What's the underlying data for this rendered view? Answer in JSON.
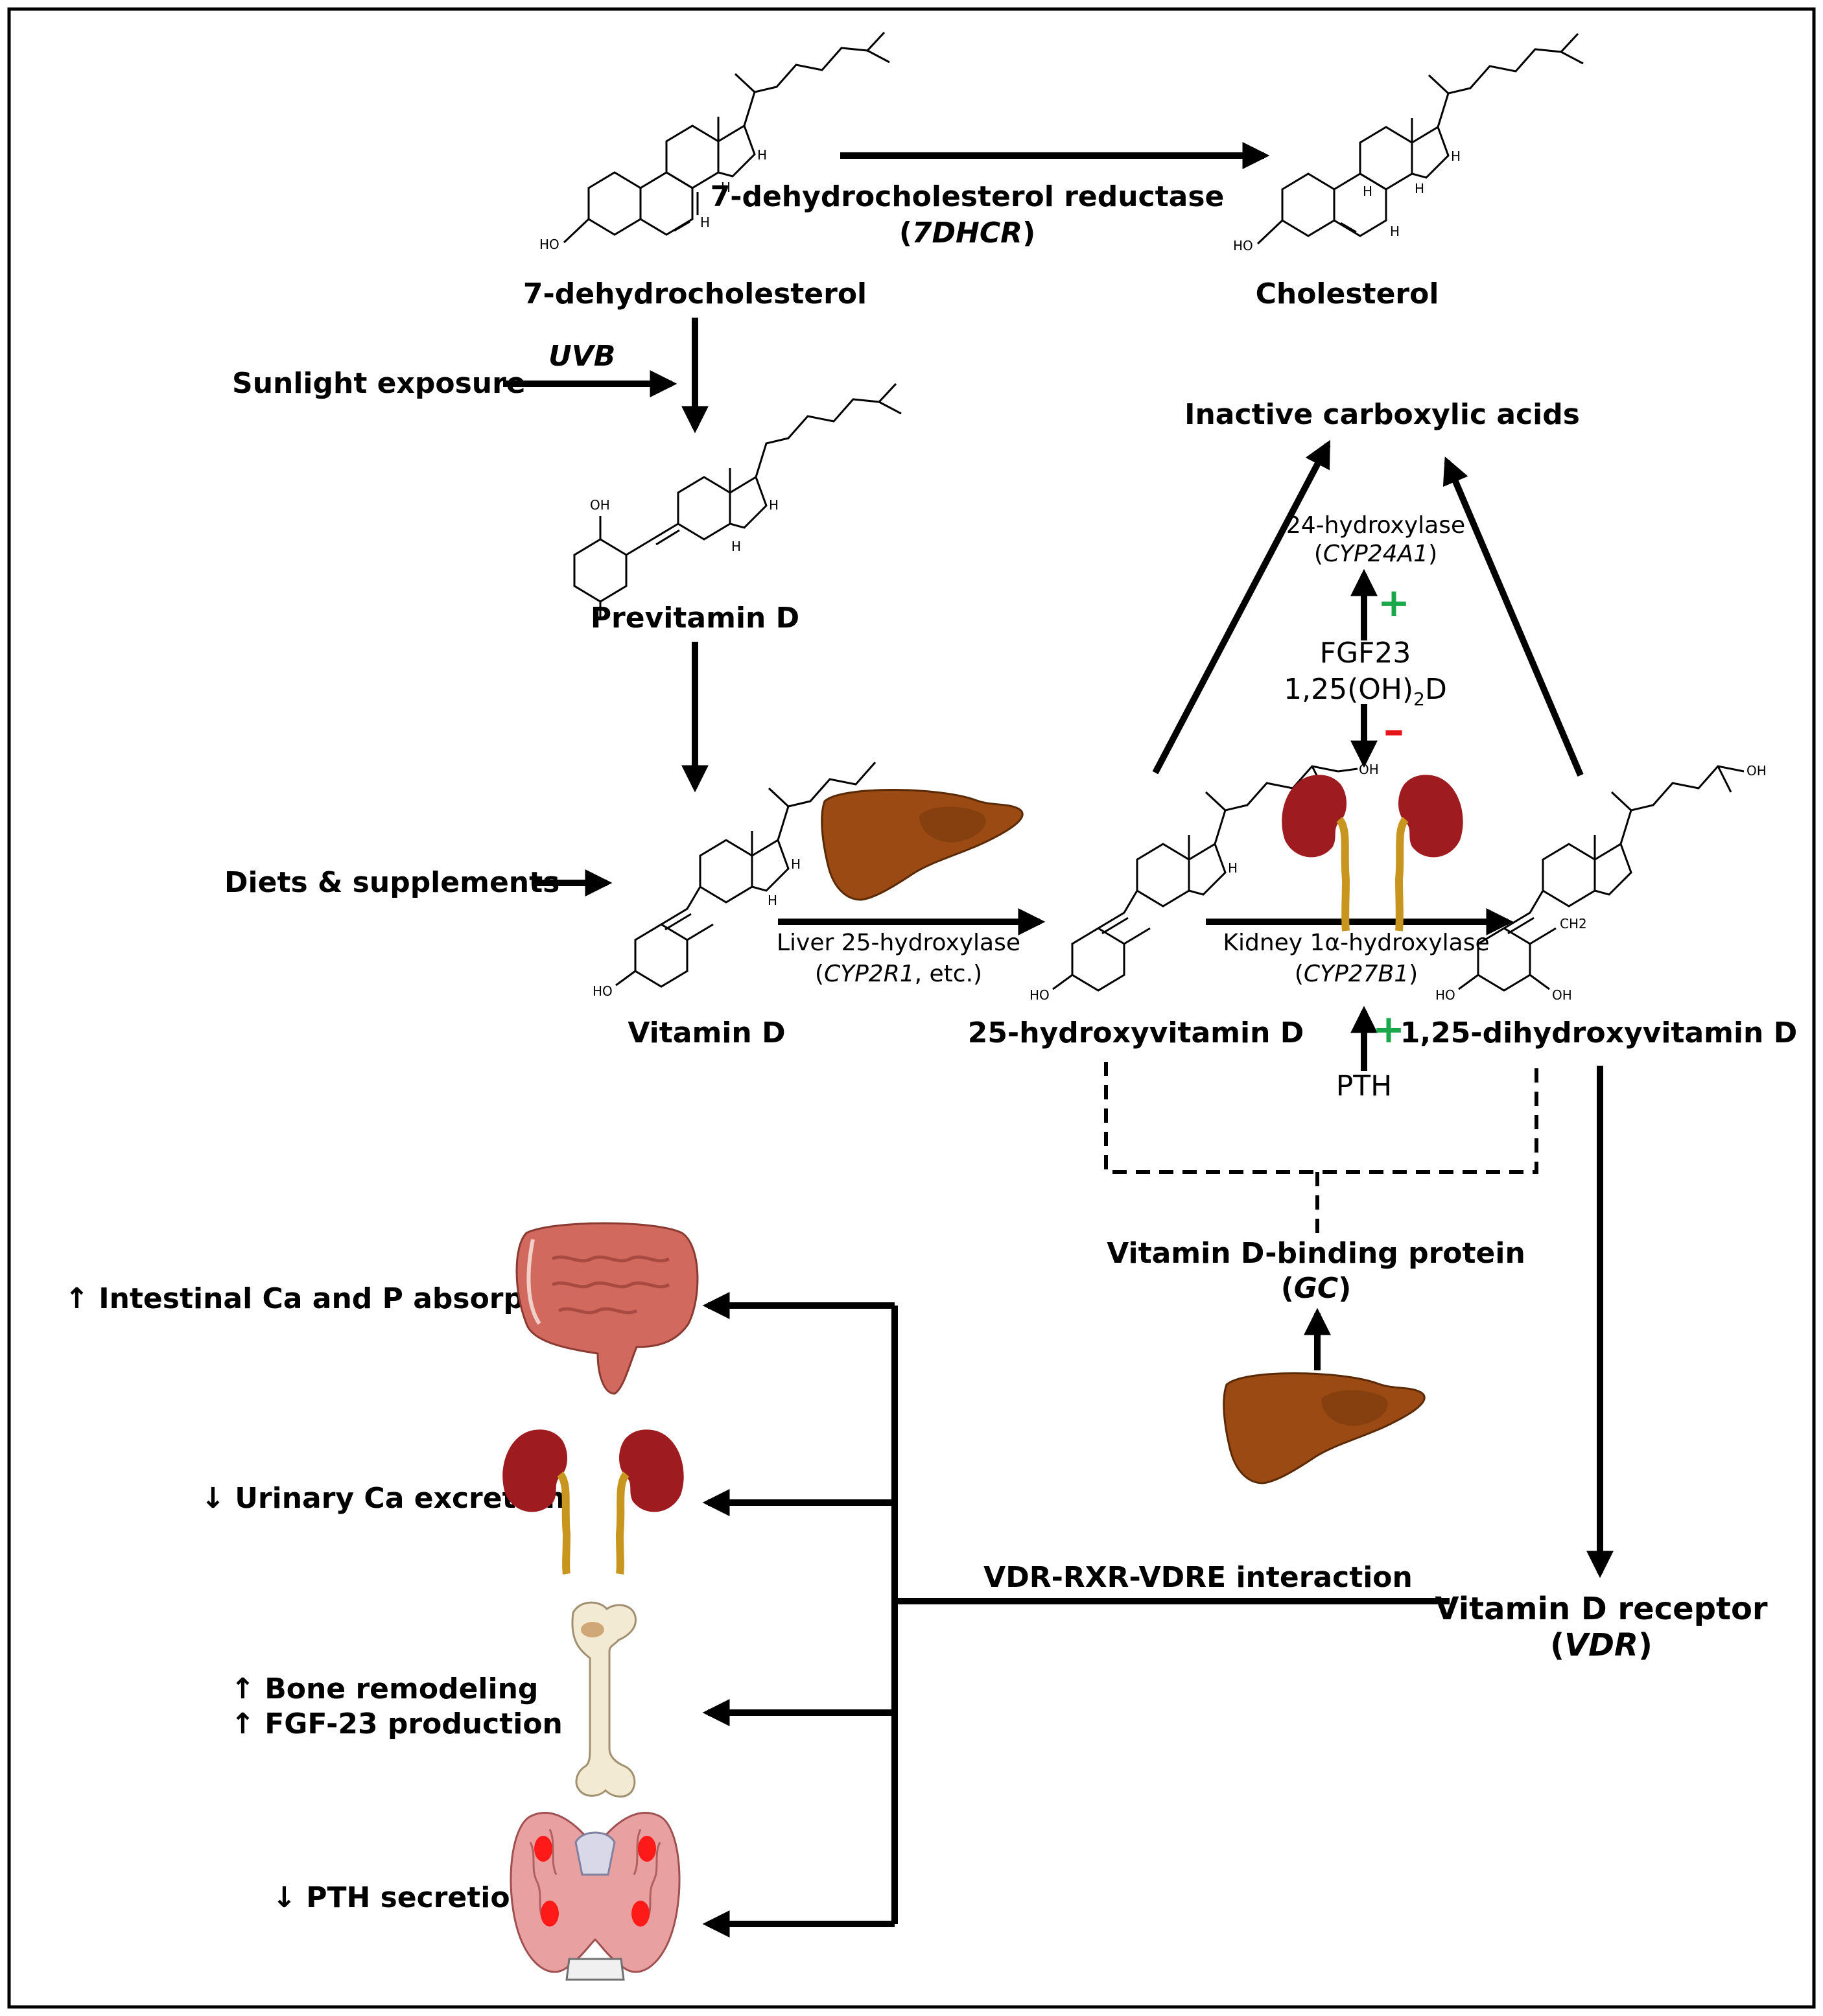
{
  "compounds": {
    "dehydrocholesterol": "7-dehydrocholesterol",
    "cholesterol": "Cholesterol",
    "previtamin_d": "Previtamin D",
    "vitamin_d": "Vitamin D",
    "hydroxyvitamin_d": "25-hydroxyvitamin D",
    "dihydroxyvitamin_d": "1,25-dihydroxyvitamin D",
    "inactive_acids": "Inactive carboxylic acids"
  },
  "enzymes": {
    "reductase_name": "7-dehydrocholesterol reductase",
    "reductase_gene": "7DHCR",
    "liver_hydroxylase": "Liver 25-hydroxylase",
    "liver_gene": "CYP2R1",
    "liver_gene_suffix": ", etc.",
    "kidney_hydroxylase": "Kidney 1α-hydroxylase",
    "kidney_gene": "CYP27B1",
    "hydroxylase24": "24-hydroxylase",
    "hydroxylase24_gene": "CYP24A1"
  },
  "sources": {
    "sunlight": "Sunlight exposure",
    "uvb": "UVB",
    "diet": "Diets & supplements"
  },
  "regulators": {
    "fgf23": "FGF23",
    "calcitriol_prefix": "1,25(OH)",
    "calcitriol_sub": "2",
    "calcitriol_suffix": "D",
    "pth": "PTH",
    "plus": "+",
    "minus": "–"
  },
  "binding": {
    "protein": "Vitamin D-binding protein",
    "gene": "GC"
  },
  "receptor": {
    "name": "Vitamin D receptor",
    "gene": "VDR",
    "interaction": "VDR-RXR-VDRE interaction"
  },
  "effects": [
    {
      "arrow": "↑",
      "text": "Intestinal Ca and P absorption"
    },
    {
      "arrow": "↓",
      "text": "Urinary Ca excretion"
    },
    {
      "arrow": "↑",
      "text": "Bone remodeling"
    },
    {
      "arrow": "↑",
      "text": "FGF-23 production"
    },
    {
      "arrow": "↓",
      "text": "PTH secretion"
    }
  ],
  "atoms": {
    "ho": "HO",
    "oh": "OH",
    "h": "H",
    "ch2": "CH2"
  },
  "colors": {
    "plus": "#1aa84a",
    "minus": "#e8141b",
    "liver": "#9a4a12",
    "kidney": "#9e1b1f",
    "ureter": "#c8951e",
    "intestine": "#d2695f",
    "bone": "#f3ead4",
    "gland": "#e8a0a0",
    "gland_spot": "#ff1a1a"
  },
  "icons": [
    "liver-icon",
    "kidney-icon",
    "intestine-icon",
    "bone-icon",
    "parathyroid-icon"
  ]
}
